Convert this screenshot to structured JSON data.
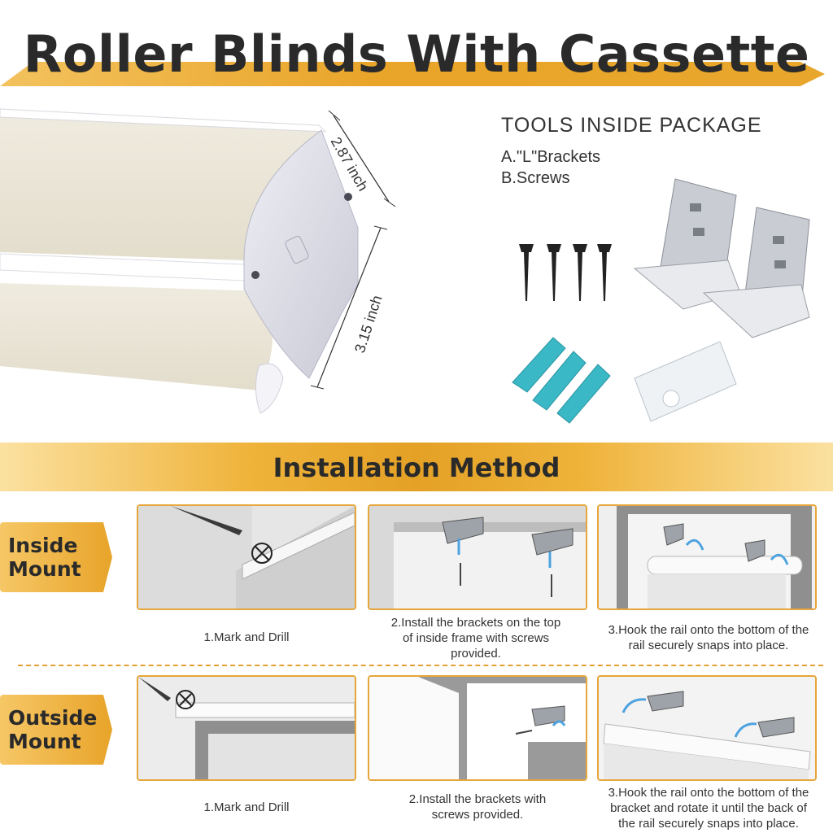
{
  "title": "Roller Blinds With Cassette",
  "dimensions": {
    "width_label": "2.87 inch",
    "height_label": "3.15 inch"
  },
  "tools": {
    "heading": "TOOLS INSIDE PACKAGE",
    "items": [
      "A.\"L\"Brackets",
      "B.Screws"
    ]
  },
  "installation": {
    "heading": "Installation Method",
    "inside": {
      "label_line1": "Inside",
      "label_line2": "Mount",
      "steps": [
        {
          "lines": [
            "1.Mark and Drill"
          ]
        },
        {
          "lines": [
            "2.Install the brackets on the top",
            "of inside frame with screws",
            "provided."
          ]
        },
        {
          "lines": [
            "3.Hook the rail onto the bottom of the",
            "rail securely snaps into place."
          ]
        }
      ]
    },
    "outside": {
      "label_line1": "Outside",
      "label_line2": "Mount",
      "steps": [
        {
          "lines": [
            "1.Mark and Drill"
          ]
        },
        {
          "lines": [
            "2.Install the brackets with",
            "screws provided."
          ]
        },
        {
          "lines": [
            "3.Hook the rail onto the bottom of the",
            "bracket and rotate it until the back of",
            "the rail securely snaps into place."
          ]
        }
      ]
    }
  },
  "colors": {
    "accent": "#e8a42a",
    "frame": "#e6a63a",
    "anchor": "#3bb8c6"
  }
}
